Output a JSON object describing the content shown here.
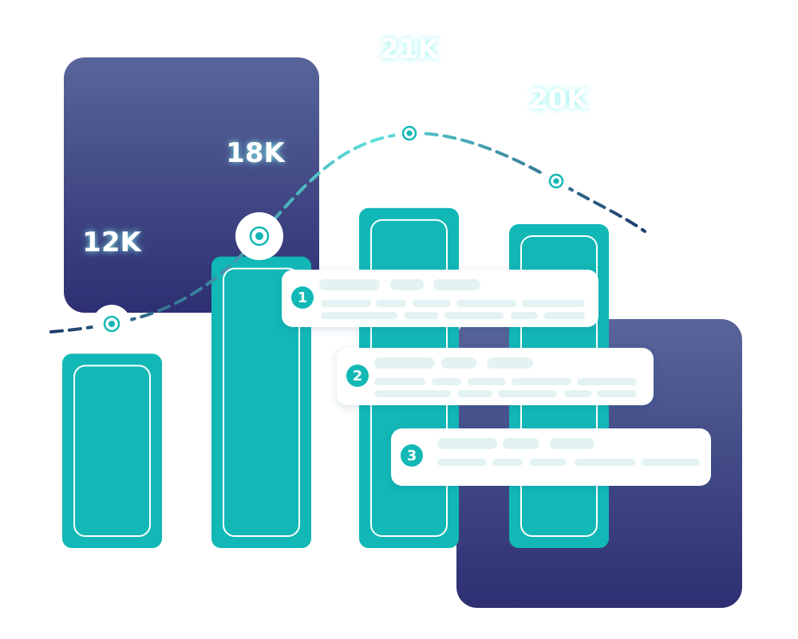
{
  "colors": {
    "bar": "#12b8b6",
    "panel_top": "#58659a",
    "panel_bottom": "#2d2f72",
    "line_start": "#1e3a6b",
    "line_mid": "#5fe0dc",
    "line_end": "#1e3a6b",
    "skeleton": "#e3f3f3",
    "glow": "#7ef2ee"
  },
  "chart_data": {
    "type": "bar",
    "categories": [
      "",
      "",
      "",
      ""
    ],
    "values": [
      12,
      18,
      21,
      20
    ],
    "value_labels": [
      "12K",
      "18K",
      "21K",
      "20K"
    ],
    "ylim": [
      0,
      22
    ],
    "trend_line": {
      "style": "dashed",
      "markers": "ring"
    },
    "grid": false
  },
  "callouts": [
    {
      "number": "1",
      "icon": "numbered-badge-icon"
    },
    {
      "number": "2",
      "icon": "numbered-badge-icon"
    },
    {
      "number": "3",
      "icon": "numbered-badge-icon"
    }
  ]
}
